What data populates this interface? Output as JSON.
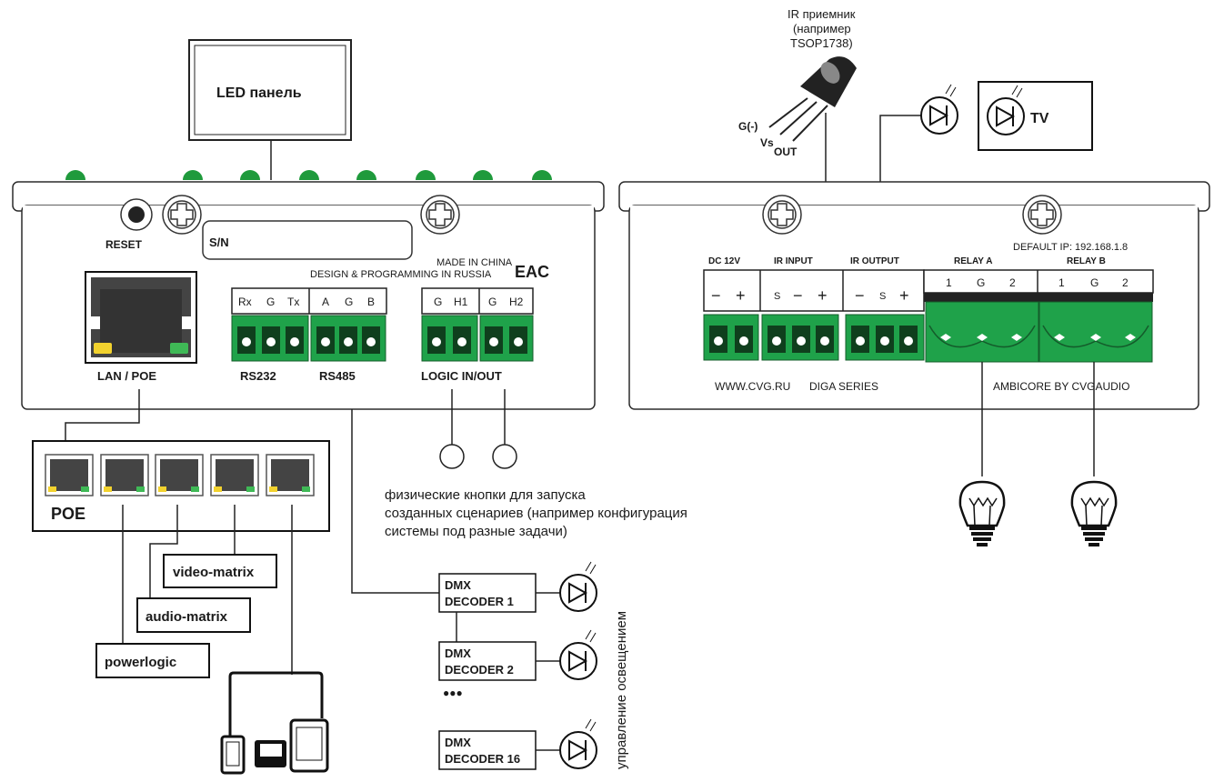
{
  "led_panel": {
    "label": "LED панель"
  },
  "left_device": {
    "reset_label": "RESET",
    "sn_label": "S/N",
    "made_in": "MADE IN CHINA",
    "design": "DESIGN & PROGRAMMING IN RUSSIA",
    "cert_mark": "EAC",
    "lan_label": "LAN / POE",
    "rs232_label": "RS232",
    "rs485_label": "RS485",
    "logic_label": "LOGIC IN/OUT",
    "rs232_pins": [
      "Rx",
      "G",
      "Tx"
    ],
    "rs485_pins": [
      "A",
      "G",
      "B"
    ],
    "logic1_pins": [
      "G",
      "H1"
    ],
    "logic2_pins": [
      "G",
      "H2"
    ]
  },
  "switch": {
    "label": "POE",
    "connections": [
      "powerlogic",
      "audio-matrix",
      "video-matrix"
    ]
  },
  "buttons_note": {
    "line1": "физические кнопки для запуска",
    "line2": "созданных сценариев (например конфигурация",
    "line3": "системы под разные задачи)"
  },
  "dmx": {
    "decoders": [
      {
        "line1": "DMX",
        "line2": "DECODER 1"
      },
      {
        "line1": "DMX",
        "line2": "DECODER 2"
      },
      {
        "line1": "DMX",
        "line2": "DECODER 16"
      }
    ],
    "ellipsis": "●●●",
    "side_label": "управление освещением"
  },
  "ir_receiver": {
    "line1": "IR приемник",
    "line2": "(например",
    "line3": "TSOP1738)",
    "pin_g": "G(-)",
    "pin_vs": "Vs",
    "pin_out": "OUT"
  },
  "tv": {
    "label": "TV"
  },
  "right_device": {
    "default_ip": "DEFAULT IP: 192.168.1.8",
    "dc_label": "DC 12V",
    "dc_pins": [
      "−",
      "+"
    ],
    "ir_in_label": "IR INPUT",
    "ir_in_pins": [
      "S",
      "−",
      "+"
    ],
    "ir_out_label": "IR OUTPUT",
    "ir_out_pins": [
      "−",
      "S",
      "+"
    ],
    "relay_a_label": "RELAY A",
    "relay_a_pins": [
      "1",
      "G",
      "2"
    ],
    "relay_b_label": "RELAY B",
    "relay_b_pins": [
      "1",
      "G",
      "2"
    ],
    "website": "WWW.CVG.RU",
    "series": "DIGA SERIES",
    "brand": "AMBICORE BY CVGAUDIO"
  }
}
